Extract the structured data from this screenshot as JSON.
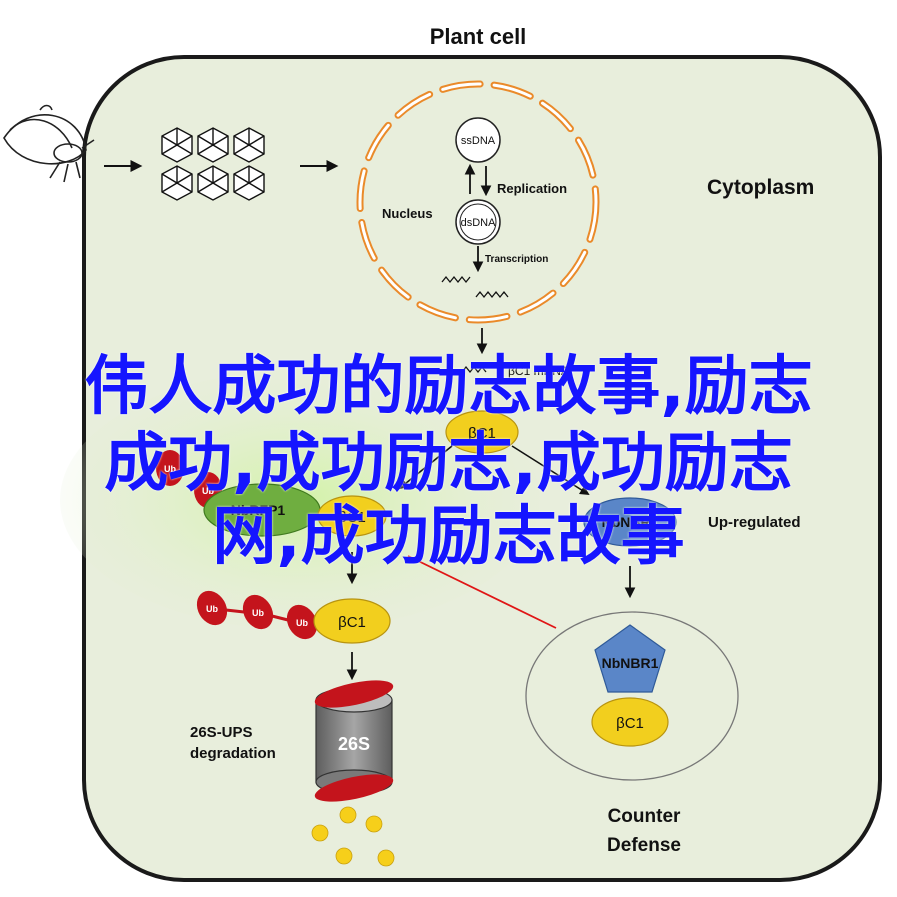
{
  "diagram": {
    "title": "Plant cell",
    "cytoplasm_label": "Cytoplasm",
    "nucleus": {
      "label": "Nucleus",
      "ssdna": "ssDNA",
      "dsdna": "dsDNA",
      "replication": "Replication",
      "transcription": "Transcription",
      "mrna_label": "βC1 mRNA"
    },
    "bc1": "βC1",
    "ub": "Ub",
    "nbrfp1": "NbRFP1",
    "nbnbr1": "NbNBR1",
    "up_regulated": "Up-regulated",
    "proteasome": {
      "label": "26S",
      "line1": "26S-UPS",
      "line2": "degradation"
    },
    "counter_defense": {
      "line1": "Counter",
      "line2": "Defense"
    }
  },
  "overlay": {
    "line1": "伟人成功的励志故事,励志",
    "line2": "成功,成功励志,成功励志",
    "line3": "网,成功励志故事"
  },
  "colors": {
    "cell_fill": "#e8eedc",
    "cell_border": "#1a1a1a",
    "nucleus_orange": "#ea8a2a",
    "bc1_yellow": "#f2cf1e",
    "ub_red": "#c4141c",
    "nbrfp1_green": "#6fae40",
    "nbnbr1_blue": "#5a86c8",
    "proteasome_gray": "#7d7d7d",
    "overlay_blue": "#1515ff"
  }
}
